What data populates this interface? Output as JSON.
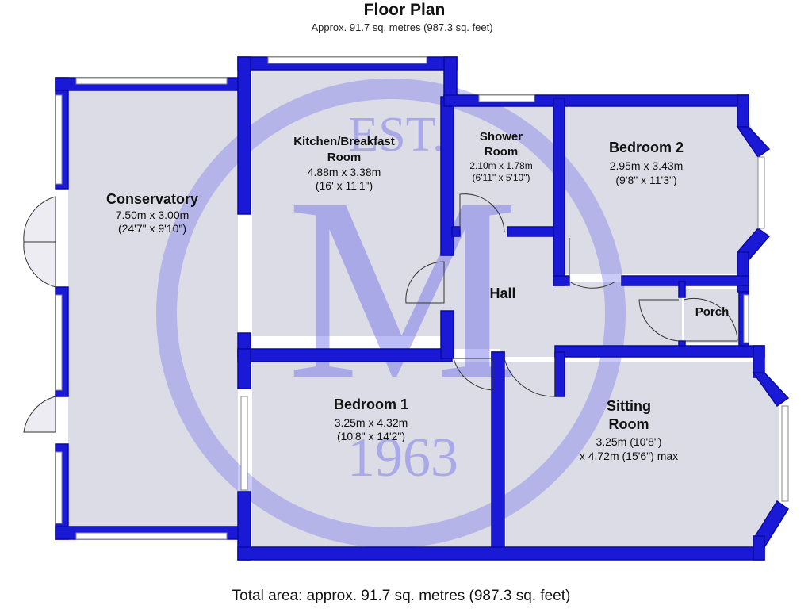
{
  "header": {
    "title": "Floor Plan",
    "subtitle": "Approx. 91.7 sq. metres (987.3 sq. feet)"
  },
  "rooms": {
    "conservatory": {
      "name": "Conservatory",
      "dim_metric": "7.50m x 3.00m",
      "dim_imperial": "(24'7\" x 9'10\")"
    },
    "kitchen": {
      "name_line1": "Kitchen/Breakfast",
      "name_line2": "Room",
      "dim_metric": "4.88m x 3.38m",
      "dim_imperial": "(16' x 11'1\")"
    },
    "shower": {
      "name_line1": "Shower",
      "name_line2": "Room",
      "dim_metric": "2.10m x 1.78m",
      "dim_imperial": "(6'11\" x 5'10\")"
    },
    "bedroom2": {
      "name": "Bedroom 2",
      "dim_metric": "2.95m x 3.43m",
      "dim_imperial": "(9'8\" x 11'3\")"
    },
    "hall": {
      "name": "Hall"
    },
    "porch": {
      "name": "Porch"
    },
    "bedroom1": {
      "name": "Bedroom 1",
      "dim_metric": "3.25m x 4.32m",
      "dim_imperial": "(10'8\" x 14'2\")"
    },
    "sitting": {
      "name_line1": "Sitting",
      "name_line2": "Room",
      "dim_line1": "3.25m (10'8\")",
      "dim_line2": "x 4.72m (15'6\") max"
    }
  },
  "watermark": {
    "top_text": "EST.",
    "bottom_text": "1963"
  },
  "footer": {
    "total_area": "Total area: approx. 91.7 sq. metres (987.3 sq. feet)"
  },
  "colors": {
    "wall": "#1a1ad6",
    "floor": "#dcdce6",
    "watermark": "#6a6aea"
  }
}
